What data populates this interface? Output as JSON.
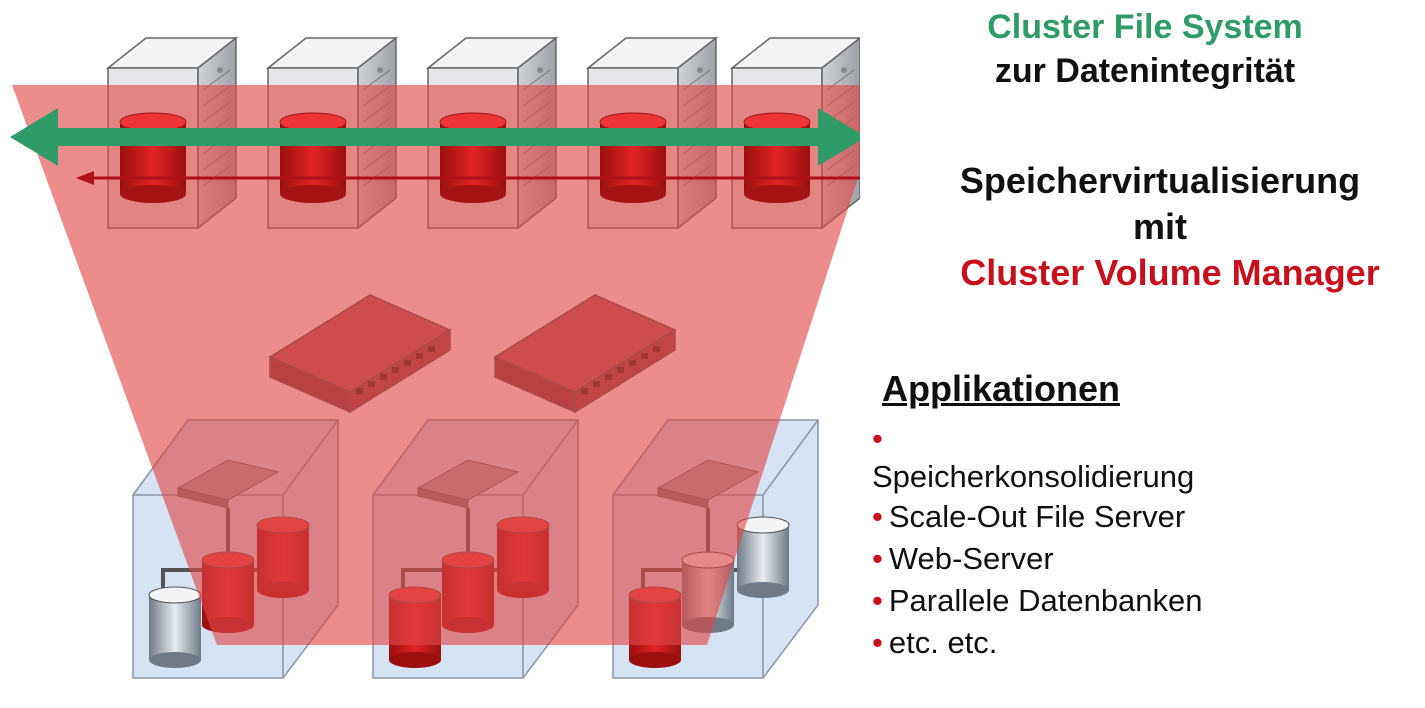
{
  "headline": {
    "line1": "Cluster File System",
    "line2": "zur Datenintegrität"
  },
  "virtualization": {
    "line1": "Speichervirtualisierung",
    "line2": "mit",
    "line3": "Cluster Volume Manager"
  },
  "applications": {
    "title": "Applikationen",
    "bullet_symbol": "•",
    "items": [
      "Speicherkonsolidierung",
      "Scale-Out File Server",
      "Web-Server",
      "Parallele Datenbanken",
      "etc. etc."
    ]
  },
  "colors": {
    "green_accent": "#2e9b68",
    "red_accent": "#c8101c",
    "cone_fill": "#e06a6a",
    "cylinder_red": "#d61a1a"
  }
}
